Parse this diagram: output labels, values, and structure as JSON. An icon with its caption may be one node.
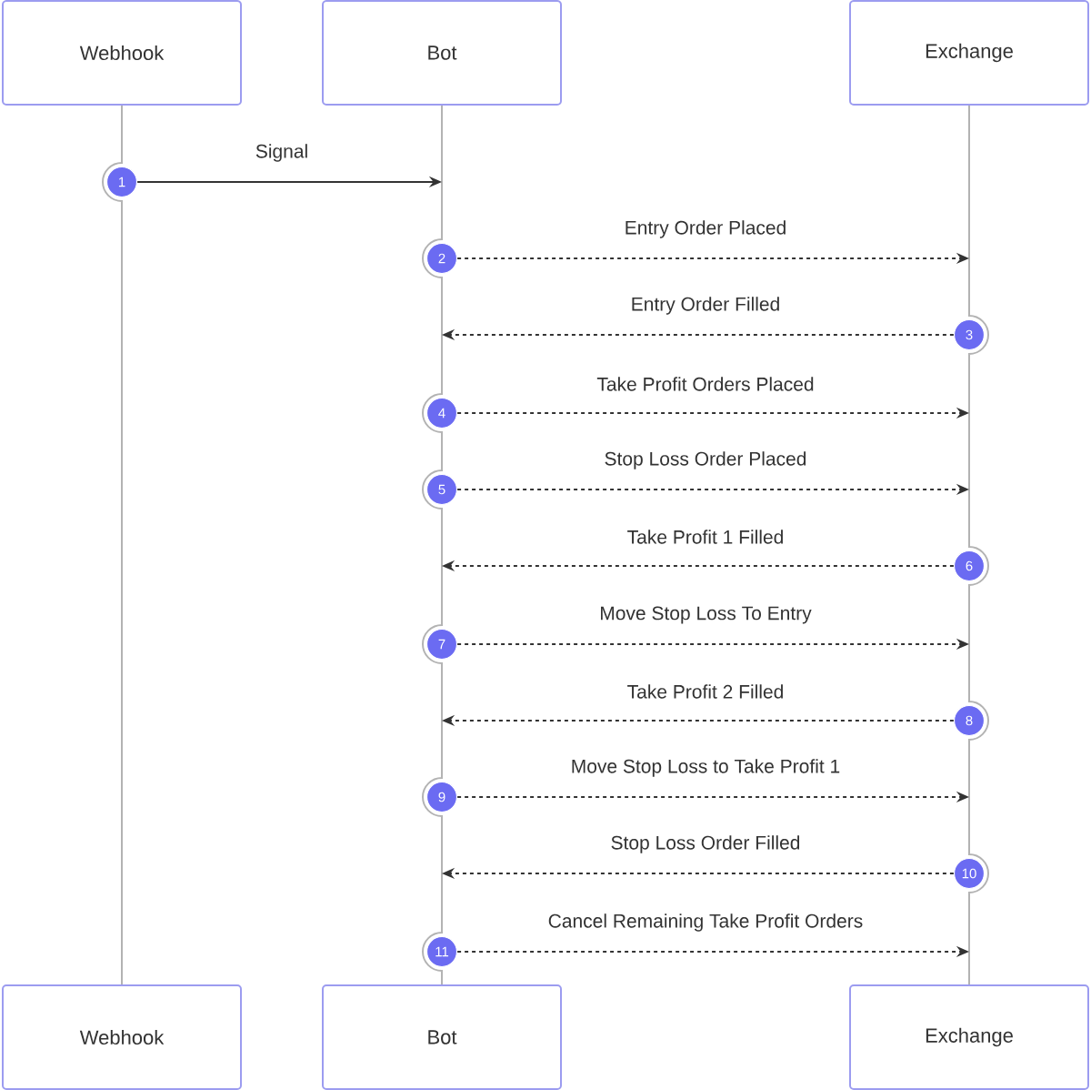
{
  "diagram": {
    "nodes": [
      {
        "text": [
          "Webhook"
        ]
      },
      {
        "text": [
          "Bot"
        ]
      },
      {
        "text": [
          "Exchange"
        ]
      },
      {
        "text": [
          "1"
        ]
      },
      {
        "text": [
          "2"
        ]
      },
      {
        "text": [
          "3"
        ]
      },
      {
        "text": [
          "4"
        ]
      },
      {
        "text": [
          "5"
        ]
      },
      {
        "text": [
          "6"
        ]
      },
      {
        "text": [
          "7"
        ]
      },
      {
        "text": [
          "8"
        ]
      },
      {
        "text": [
          "9"
        ]
      },
      {
        "text": [
          "10"
        ]
      },
      {
        "text": [
          "11"
        ]
      },
      {
        "text": [
          "Webhook"
        ]
      },
      {
        "text": [
          "Bot"
        ]
      },
      {
        "text": [
          "Exchange"
        ]
      }
    ],
    "edges": [
      {
        "from": 0,
        "to": 14,
        "arrow": "none",
        "color": "#b3b3b3"
      },
      {
        "from": 1,
        "to": 15,
        "arrow": "none",
        "color": "#b3b3b3"
      },
      {
        "from": 2,
        "to": 16,
        "arrow": "none",
        "color": "#b3b3b3"
      },
      {
        "from": 3,
        "to": null,
        "arrow": "to",
        "label": "Signal"
      },
      {
        "from": 4,
        "to": null,
        "arrow": "to",
        "label": "Entry Order Placed",
        "style": "dashed"
      },
      {
        "from": 5,
        "to": null,
        "arrow": "to",
        "label": "Entry Order Filled",
        "style": "dashed"
      },
      {
        "from": 6,
        "to": null,
        "arrow": "to",
        "label": "Take Profit Orders Placed",
        "style": "dashed"
      },
      {
        "from": 7,
        "to": null,
        "arrow": "to",
        "label": "Stop Loss Order Placed",
        "style": "dashed"
      },
      {
        "from": 8,
        "to": null,
        "arrow": "to",
        "label": "Take Profit 1 Filled",
        "style": "dashed"
      },
      {
        "from": 9,
        "to": null,
        "arrow": "to",
        "label": "Move Stop Loss To Entry",
        "style": "dashed"
      },
      {
        "from": 10,
        "to": null,
        "arrow": "to",
        "label": "Take Profit 2 Filled",
        "style": "dashed"
      },
      {
        "from": 11,
        "to": null,
        "arrow": "to",
        "label": "Move Stop Loss to Take Profit 1",
        "style": "dashed"
      },
      {
        "from": 12,
        "to": null,
        "arrow": "to",
        "label": "Stop Loss Order Filled",
        "style": "dashed"
      },
      {
        "from": 13,
        "to": null,
        "arrow": "to",
        "label": "Cancel Remaining Take Profit Orders",
        "style": "dashed"
      }
    ]
  }
}
